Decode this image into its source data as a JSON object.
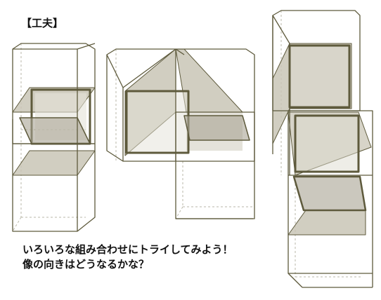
{
  "title": "【工夫】",
  "caption": {
    "line1": "いろいろな組み合わせにトライしてみよう！",
    "line2": "像の向きはどうなるかな？"
  },
  "colors": {
    "edge": "#5e5a3c",
    "hidden_edge": "#b9b7a8",
    "mirror_fill": "#c9c6b6",
    "frame_fill": "#a8a493",
    "background": "#ffffff"
  }
}
